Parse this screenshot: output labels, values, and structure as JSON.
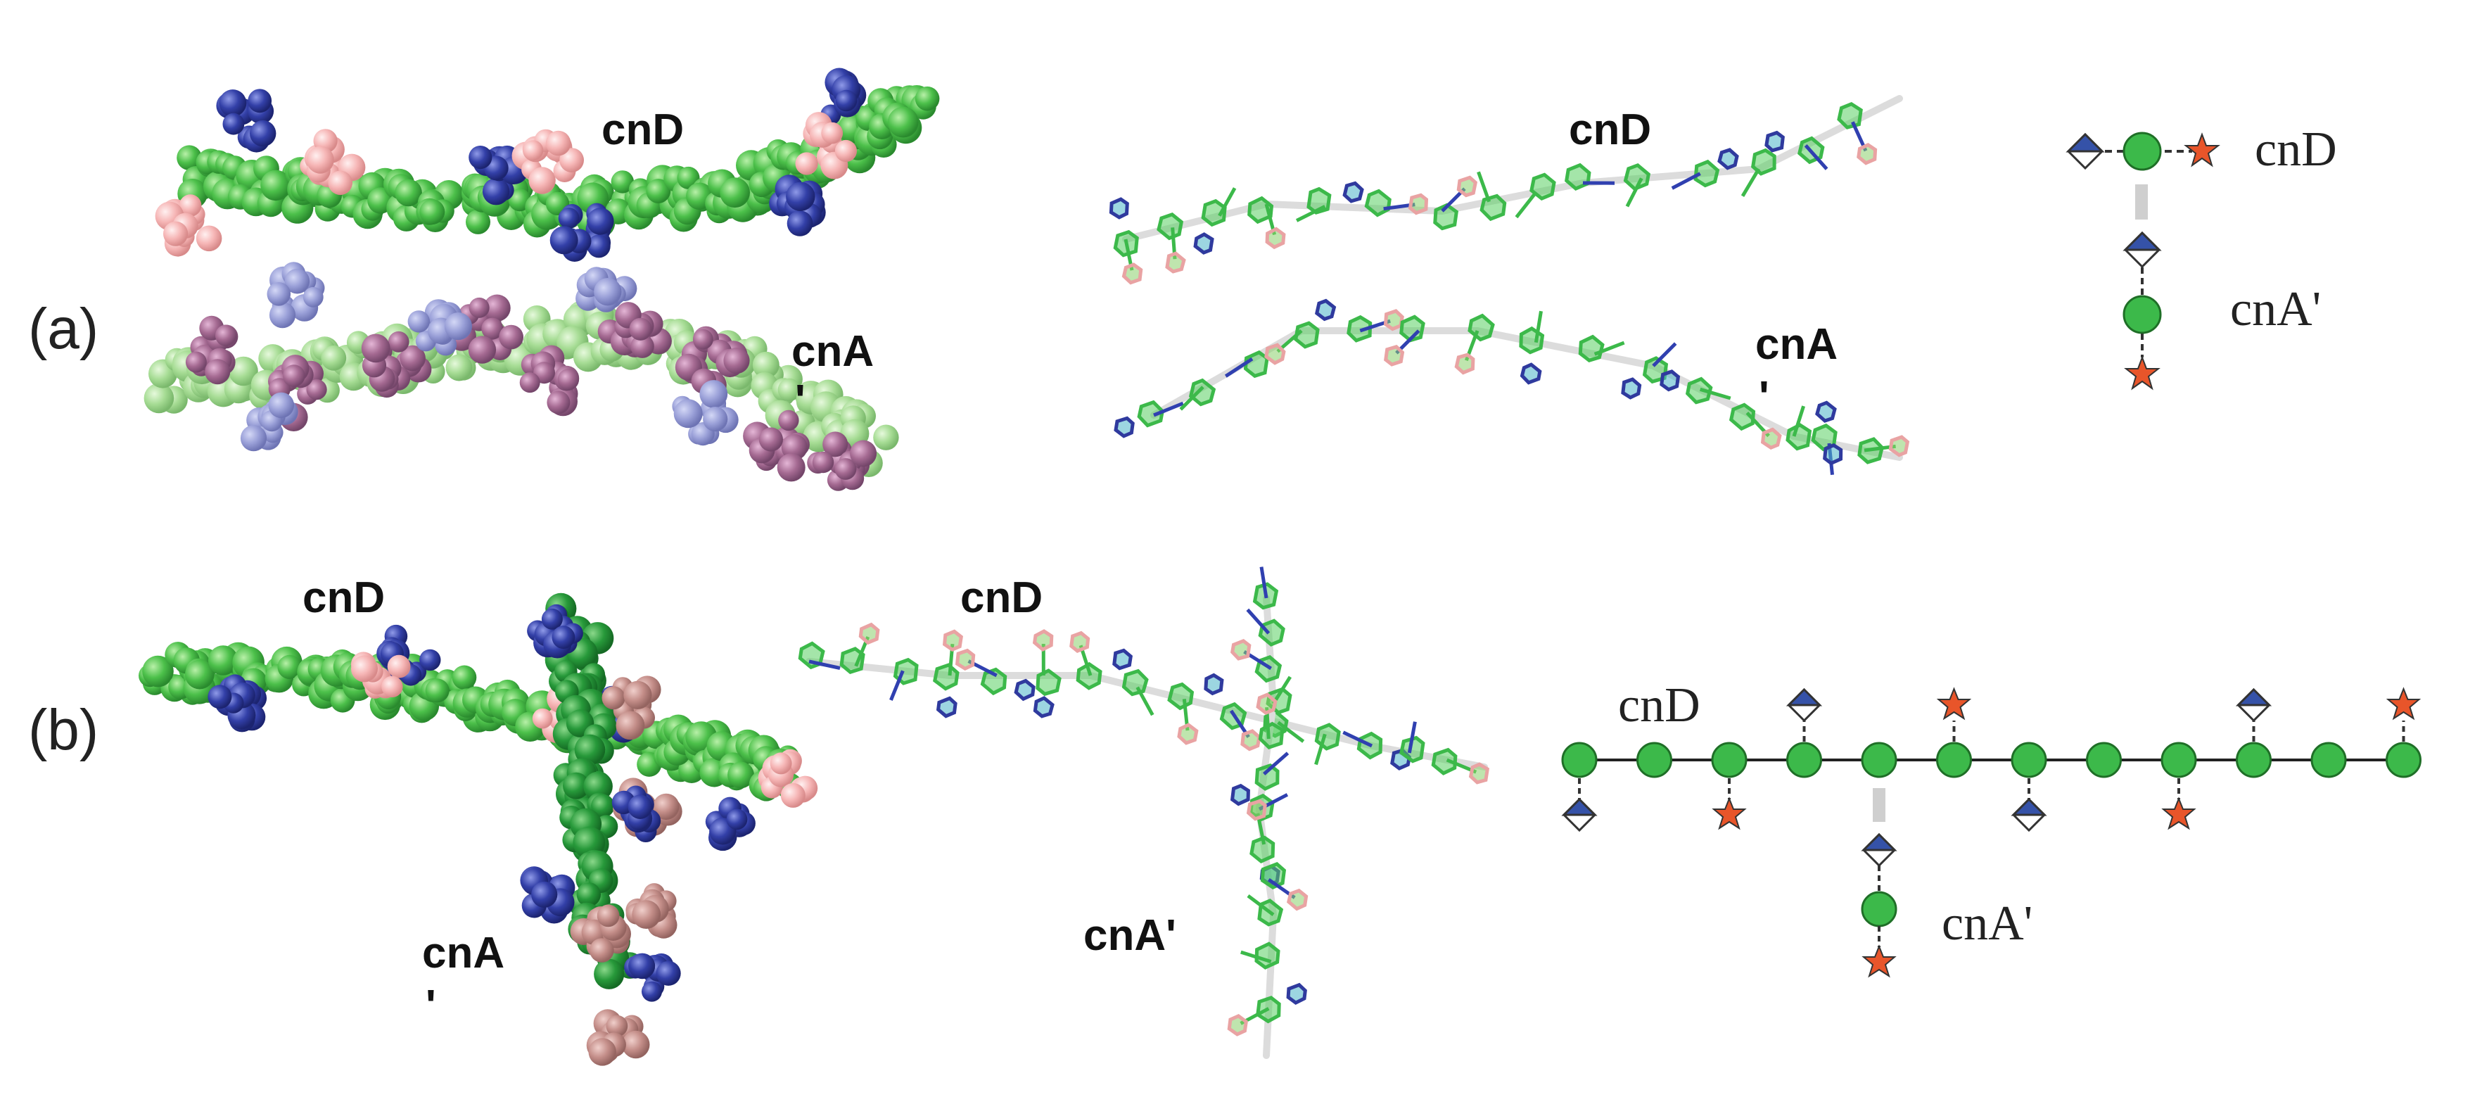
{
  "panels": [
    {
      "id": "a",
      "tag": "(a)",
      "sphere_model": {
        "chain_top_label": "cnD",
        "chain_bottom_label_main": "cnA",
        "chain_bottom_label_prime": "'"
      },
      "stick_model": {
        "chain_top_label": "cnD",
        "chain_bottom_label_main": "cnA",
        "chain_bottom_label_prime": "'"
      },
      "schematic": {
        "top_label": "cnD",
        "bottom_label": "cnA'"
      }
    },
    {
      "id": "b",
      "tag": "(b)",
      "sphere_model": {
        "chain_top_label": "cnD",
        "chain_bottom_label_main": "cnA",
        "chain_bottom_label_prime": "'"
      },
      "stick_model": {
        "chain_top_label": "cnD",
        "chain_bottom_label": "cnA'"
      },
      "schematic": {
        "top_label": "cnD",
        "bottom_label": "cnA'"
      }
    }
  ],
  "colors": {
    "residue_green": "#3cb94a",
    "residue_green_light": "#9fd88f",
    "substituent_blue": "#2f3a9e",
    "substituent_blue_light": "#8f95d4",
    "substituent_pink": "#f6b3b3",
    "substituent_mauve": "#a0658e",
    "substituent_rose": "#c08a86",
    "star_orange": "#e8552a",
    "diamond_blue": "#3552a8",
    "link_grey": "#cfcfcf"
  }
}
